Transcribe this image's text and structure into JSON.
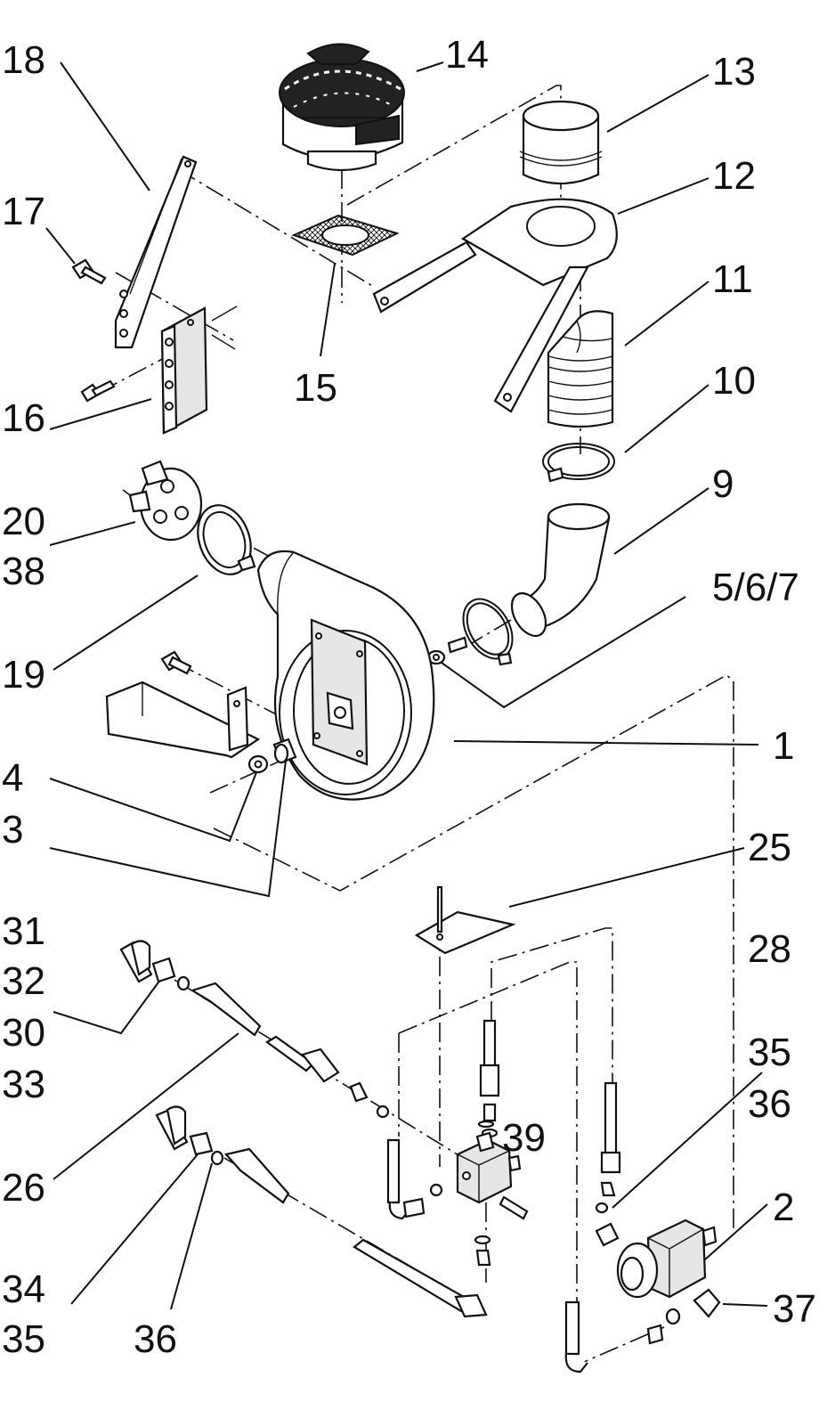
{
  "labels": {
    "l18": "18",
    "l14": "14",
    "l13": "13",
    "l12": "12",
    "l17": "17",
    "l11": "11",
    "l15": "15",
    "l10": "10",
    "l16": "16",
    "l9": "9",
    "l20": "20",
    "l38a": "38",
    "l567": "5/6/7",
    "l19": "19",
    "l1": "1",
    "l4": "4",
    "l3": "3",
    "l25": "25",
    "l31": "31",
    "l28": "28",
    "l32": "32",
    "l30": "30",
    "l35a": "35",
    "l33": "33",
    "l36a": "36",
    "l39": "39",
    "l26": "26",
    "l2": "2",
    "l34": "34",
    "l37": "37",
    "l35b": "35",
    "l36b": "36"
  }
}
